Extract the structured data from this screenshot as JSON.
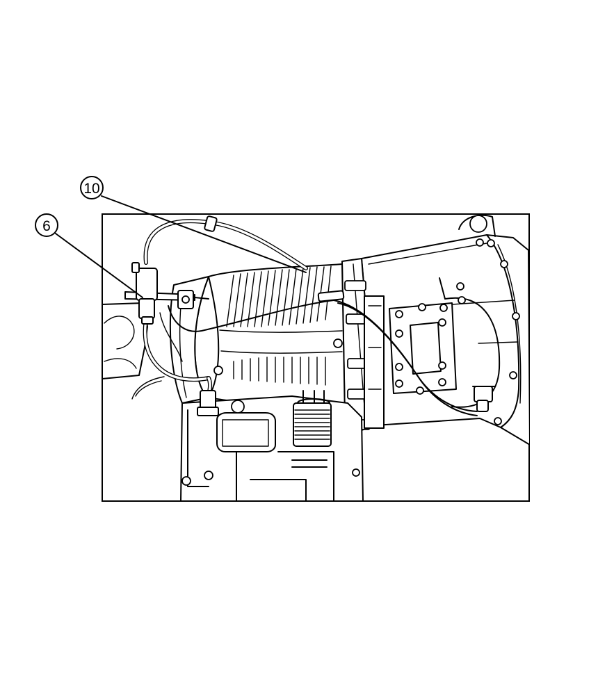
{
  "callouts": [
    {
      "id": "callout-10",
      "label": "10"
    },
    {
      "id": "callout-6",
      "label": "6"
    }
  ]
}
